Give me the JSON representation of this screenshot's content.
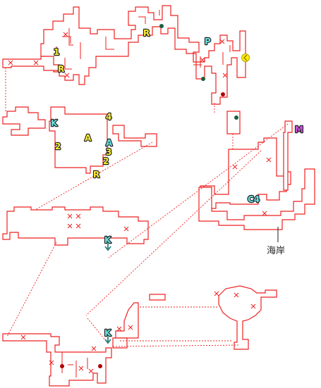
{
  "map": {
    "place_label": "海岸",
    "markers": {
      "one": "1",
      "two_left": "2",
      "two_right": "2",
      "three": "3",
      "four": "4",
      "r_top": "R",
      "r_left": "R",
      "r_mid": "R",
      "a_center": "A",
      "a_cyan": "A",
      "p": "P",
      "k_west": "K",
      "k_mid": "K",
      "k_low": "K",
      "m": "M",
      "c4": "C4"
    },
    "colors": {
      "wall": "#ee2222",
      "marker_yellow": "#ffee33",
      "marker_cyan": "#66e0e0",
      "marker_magenta": "#cc55dd",
      "item_dot": "#1d5d3d",
      "item_dot_red": "#b00000",
      "exit_marker": "#ffee00"
    }
  }
}
